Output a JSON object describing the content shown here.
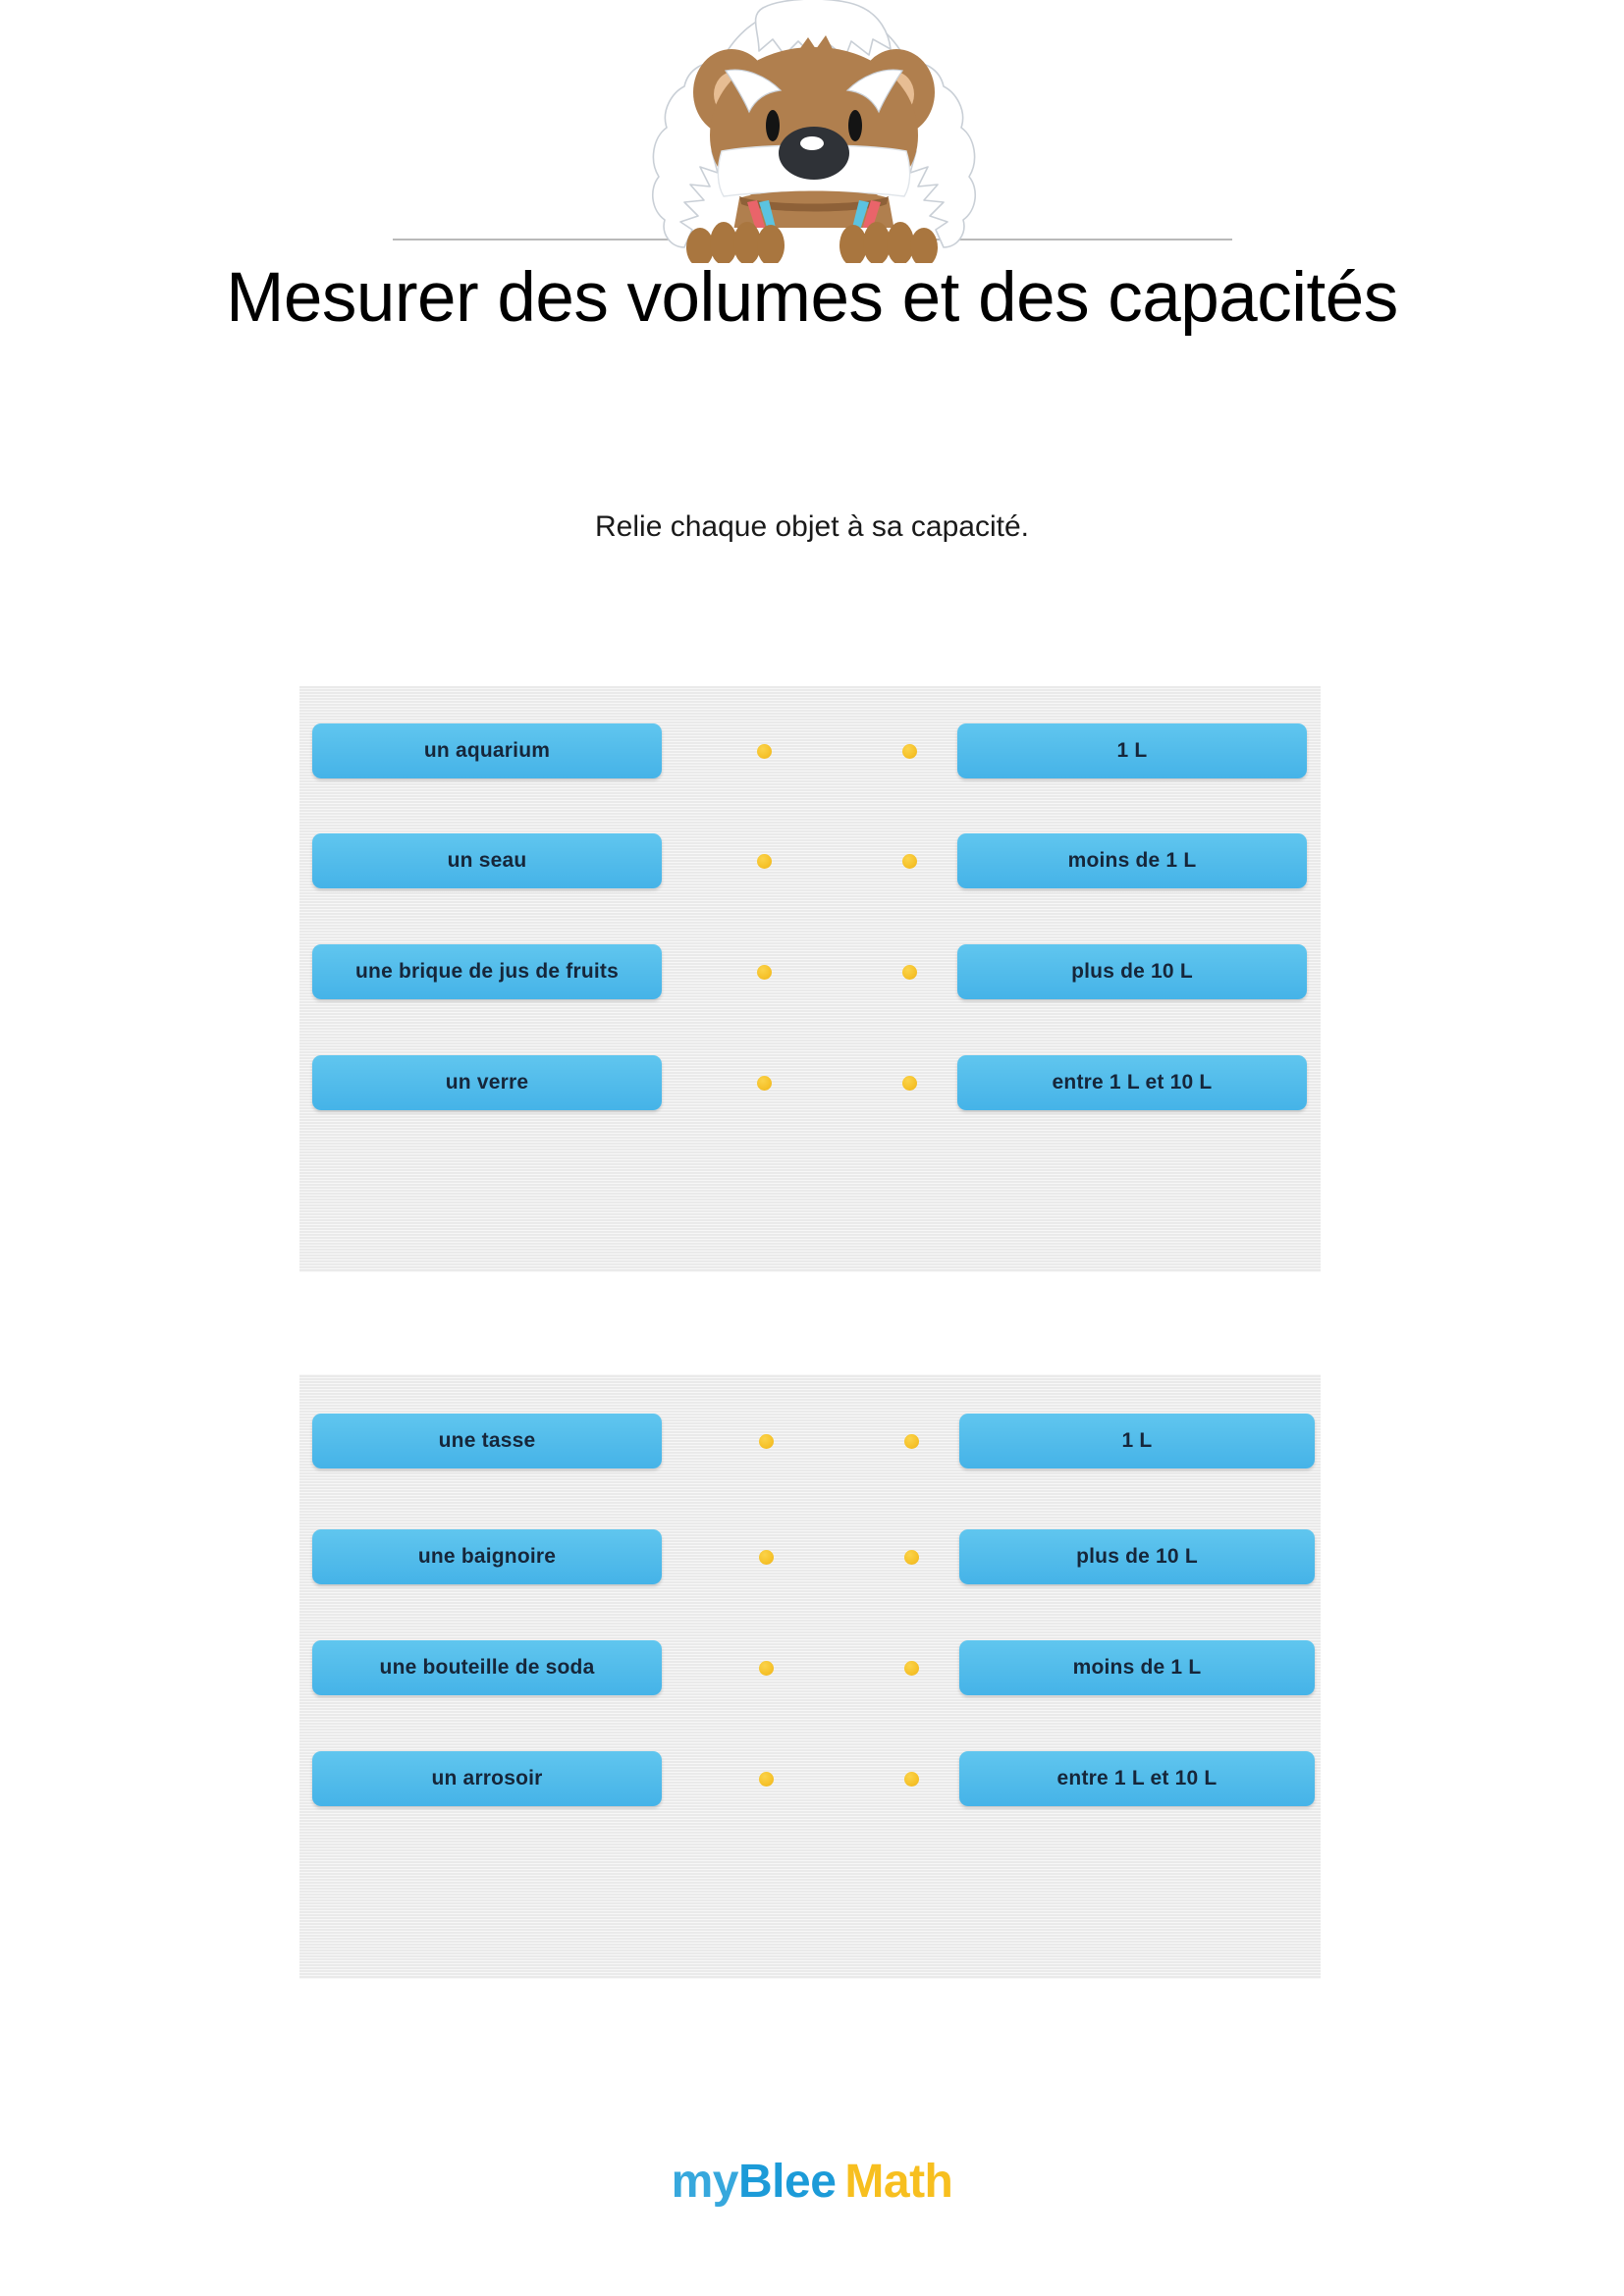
{
  "header": {
    "mascot_icon": "bear-mascot-icon",
    "divider": "horizontal-rule"
  },
  "title": "Mesurer des volumes et des capacités",
  "subtitle": "Relie chaque objet à sa capacité.",
  "exercises": [
    {
      "rows": [
        {
          "object": "un aquarium",
          "capacity": "1 L"
        },
        {
          "object": "un seau",
          "capacity": "moins de 1 L"
        },
        {
          "object": "une brique de jus de fruits",
          "capacity": "plus de 10 L"
        },
        {
          "object": "un verre",
          "capacity": "entre 1 L et 10 L"
        }
      ]
    },
    {
      "rows": [
        {
          "object": "une tasse",
          "capacity": "1 L"
        },
        {
          "object": "une baignoire",
          "capacity": "plus de 10 L"
        },
        {
          "object": "une bouteille de soda",
          "capacity": "moins de 1 L"
        },
        {
          "object": "un arrosoir",
          "capacity": "entre 1 L et 10 L"
        }
      ]
    }
  ],
  "footer": {
    "logo_part1": "my",
    "logo_part2": "Blee",
    "logo_part3": "Math"
  },
  "colors": {
    "button_blue": "#54bdeb",
    "button_text": "#16263a",
    "connector_dot": "#f6c32c",
    "panel_background": "#ededed",
    "logo_blue": "#1c9bd8",
    "logo_yellow": "#f7bf1f",
    "page_background": "#ffffff"
  }
}
